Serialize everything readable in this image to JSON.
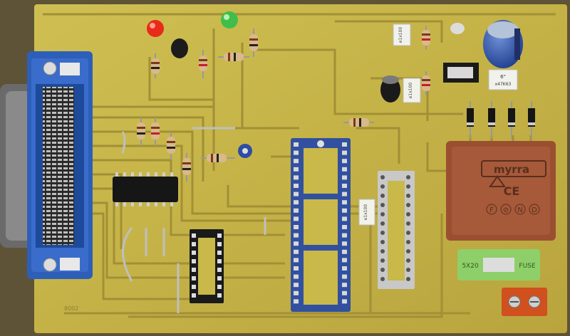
{
  "board_labels": {
    "serial_code": "8002"
  },
  "capacitor_labels": {
    "c1": "e1x100",
    "c2": "e1x100",
    "c3": "e1x100"
  },
  "regulator_label": {
    "line1": "6\"",
    "line2": "x47K63"
  },
  "transformer": {
    "brand": "myrra",
    "marks": "CE",
    "symbols": [
      "F",
      "⊘",
      "N",
      "D"
    ]
  },
  "fuse_holder": {
    "left_text": "5X20",
    "right_text": "FUSE"
  },
  "colors": {
    "pcb": "#c9b84a",
    "trace": "#a8953a",
    "connector": "#2e5fb8",
    "transformer": "#9b4f31",
    "fuse_holder": "#8fcf6a",
    "terminal": "#d0501e"
  }
}
